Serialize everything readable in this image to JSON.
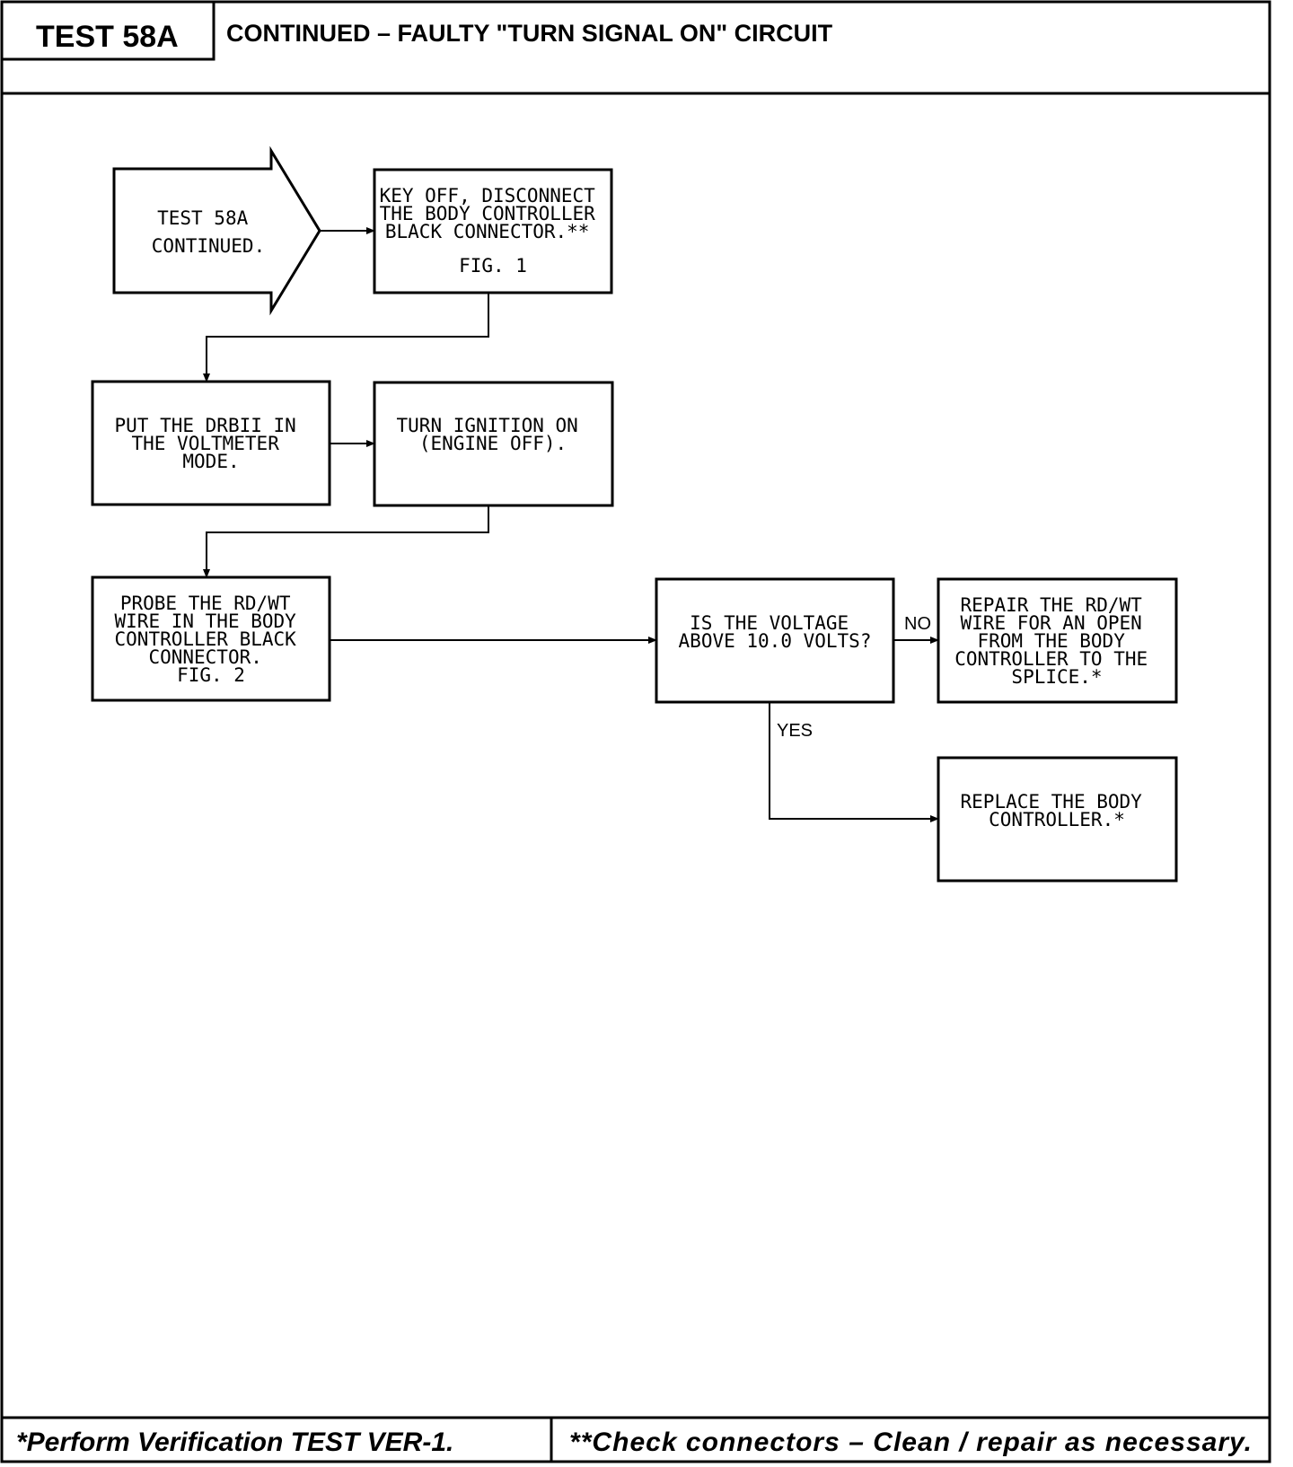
{
  "header": {
    "test_id": "TEST 58A",
    "title": "CONTINUED – FAULTY \"TURN SIGNAL ON\" CIRCUIT"
  },
  "flowchart": {
    "start": [
      "TEST 58A",
      "CONTINUED."
    ],
    "step_disconnect": [
      "KEY OFF, DISCONNECT",
      "THE BODY CONTROLLER",
      "BLACK CONNECTOR.**",
      "FIG. 1"
    ],
    "step_drb": [
      "PUT THE DRBII IN",
      "THE VOLTMETER",
      "MODE."
    ],
    "step_ignition": [
      "TURN IGNITION ON",
      "(ENGINE OFF)."
    ],
    "step_probe": [
      "PROBE THE RD/WT",
      "WIRE IN THE BODY",
      "CONTROLLER BLACK",
      "CONNECTOR.",
      "FIG. 2"
    ],
    "decision": [
      "IS THE VOLTAGE",
      "ABOVE 10.0 VOLTS?"
    ],
    "result_repair": [
      "REPAIR THE RD/WT",
      "WIRE FOR AN OPEN",
      "FROM THE BODY",
      "CONTROLLER TO THE",
      "SPLICE.*"
    ],
    "result_replace": [
      "REPLACE THE BODY",
      "CONTROLLER.*"
    ],
    "label_no": "NO",
    "label_yes": "YES"
  },
  "footer": {
    "note_left": "*Perform Verification TEST VER-1.",
    "note_right": "**Check connectors – Clean / repair as necessary."
  }
}
